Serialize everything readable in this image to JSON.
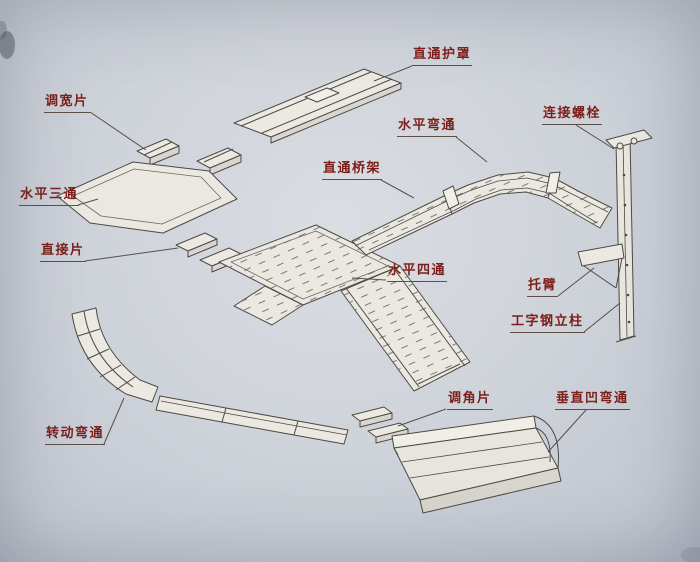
{
  "figure": {
    "background_color": "#cfd3da",
    "line_color": "#4c4a44",
    "label_color": "#7c1f1a"
  },
  "labels": [
    {
      "id": "straight-cover",
      "text": "直通护罩"
    },
    {
      "id": "width-adjust-piece",
      "text": "调宽片"
    },
    {
      "id": "horizontal-bend",
      "text": "水平弯通"
    },
    {
      "id": "connecting-bolt",
      "text": "连接螺栓"
    },
    {
      "id": "straight-tray",
      "text": "直通桥架"
    },
    {
      "id": "horizontal-tee",
      "text": "水平三通"
    },
    {
      "id": "connector-strip",
      "text": "直接片"
    },
    {
      "id": "horizontal-cross",
      "text": "水平四通"
    },
    {
      "id": "bracket-arm",
      "text": "托臂"
    },
    {
      "id": "i-beam-column",
      "text": "工字钢立柱"
    },
    {
      "id": "angle-adjust-piece",
      "text": "调角片"
    },
    {
      "id": "vertical-concave-bend",
      "text": "垂直凹弯通"
    },
    {
      "id": "rotating-bend",
      "text": "转动弯通"
    }
  ]
}
